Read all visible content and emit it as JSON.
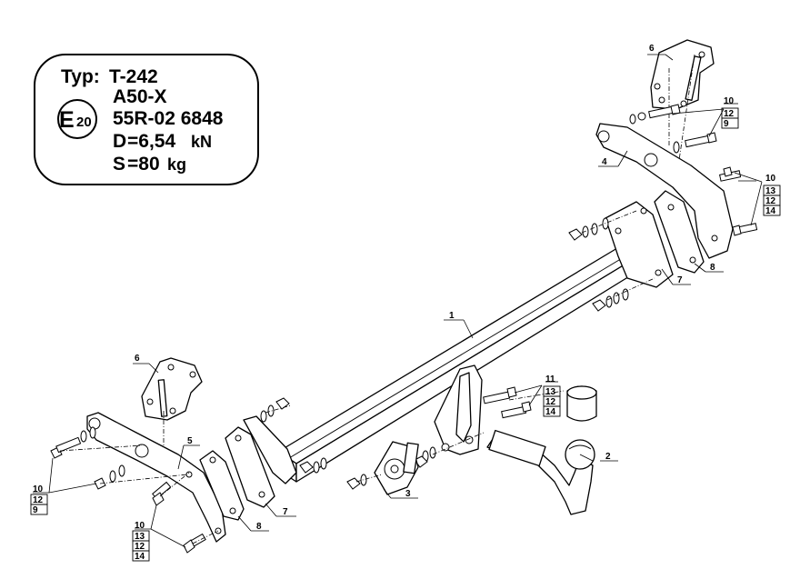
{
  "type_plate": {
    "typ_label": "Typ:",
    "typ_value": "T-242",
    "approval_mark": "E",
    "approval_number": "20",
    "class": "A50-X",
    "regulation": "55R-02 6848",
    "d_label": "D",
    "d_value": "=6,54",
    "d_unit": "kN",
    "s_label": "S",
    "s_value": "=80",
    "s_unit": "kg"
  },
  "callouts": {
    "p1": "1",
    "p2": "2",
    "p3": "3",
    "p4": "4",
    "p5": "5",
    "p6_top": "6",
    "p6_left": "6",
    "p7_right": "7",
    "p7_left": "7",
    "p8_right": "8",
    "p8_left": "8",
    "tr_set": [
      "10",
      "12",
      "9"
    ],
    "r_set": [
      "10",
      "13",
      "12",
      "14"
    ],
    "ball_set": [
      "11",
      "13",
      "12",
      "14"
    ],
    "ll_set": [
      "10",
      "12",
      "9"
    ],
    "bl_set": [
      "10",
      "13",
      "12",
      "14"
    ]
  }
}
